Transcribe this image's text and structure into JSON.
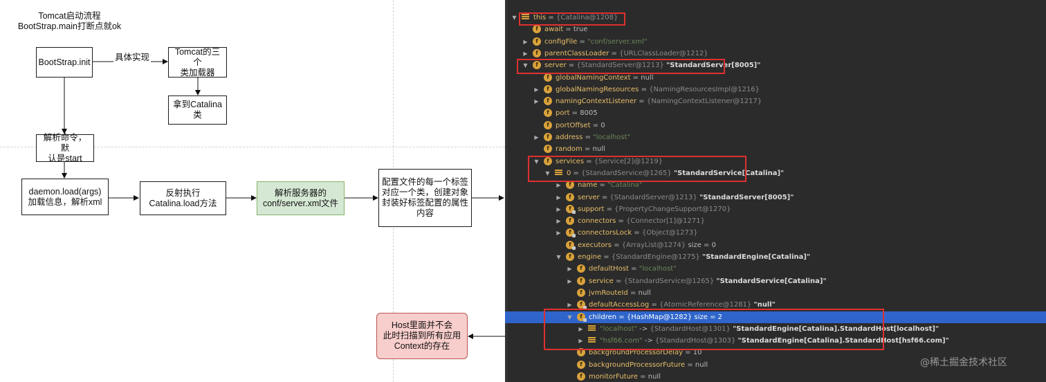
{
  "diagram": {
    "title": [
      "Tomcat启动流程",
      "BootStrap.main打断点就ok"
    ],
    "nodes": {
      "bootstrap_init": [
        "BootStrap.init"
      ],
      "classloaders": [
        "Tomcat的三个",
        "类加载器"
      ],
      "get_catalina": [
        "拿到Catalina",
        "类"
      ],
      "parse_command": [
        "解析命令，默",
        "认是start"
      ],
      "daemon_load": [
        "daemon.load(args)",
        "加载信息，解析xml"
      ],
      "reflect_exec": [
        "反射执行",
        "Catalina.load方法"
      ],
      "parse_server_xml": [
        "解析服务器的",
        "conf/server.xml文件"
      ],
      "config_tags": [
        "配置文件的每一个标签",
        "对应一个类，创建对象",
        "封装好标签配置的属性",
        "内容"
      ],
      "host_note": [
        "Host里面并不会",
        "此时扫描到所有应用",
        "Context的存在"
      ]
    },
    "edge_label": "具体实现"
  },
  "debugger": {
    "rows": [
      {
        "kind": "array",
        "expand": "open",
        "name": "this",
        "ref": "{Catalina@1208}"
      },
      {
        "kind": "field",
        "name": "await",
        "value": "true"
      },
      {
        "kind": "field",
        "expand": "closed",
        "name": "configFile",
        "str": "\"conf/server.xml\""
      },
      {
        "kind": "field",
        "expand": "closed",
        "name": "parentClassLoader",
        "ref": "{URLClassLoader@1212}"
      },
      {
        "kind": "field",
        "expand": "open",
        "name": "server",
        "ref": "{StandardServer@1213}",
        "label": "\"StandardServer[8005]\""
      },
      {
        "kind": "field",
        "name": "globalNamingContext",
        "value": "null"
      },
      {
        "kind": "field",
        "expand": "closed",
        "name": "globalNamingResources",
        "ref": "{NamingResourcesImpl@1216}"
      },
      {
        "kind": "field",
        "expand": "closed",
        "name": "namingContextListener",
        "ref": "{NamingContextListener@1217}"
      },
      {
        "kind": "field",
        "name": "port",
        "value": "8005"
      },
      {
        "kind": "field",
        "name": "portOffset",
        "value": "0"
      },
      {
        "kind": "field",
        "expand": "closed",
        "name": "address",
        "str": "\"localhost\""
      },
      {
        "kind": "field",
        "name": "random",
        "value": "null"
      },
      {
        "kind": "field",
        "expand": "open",
        "name": "services",
        "ref": "{Service[2]@1219}"
      },
      {
        "kind": "array",
        "expand": "open",
        "name": "0",
        "ref": "{StandardService@1265}",
        "label": "\"StandardService[Catalina]\""
      },
      {
        "kind": "field",
        "expand": "closed",
        "name": "name",
        "str": "\"Catalina\""
      },
      {
        "kind": "field",
        "expand": "closed",
        "name": "server",
        "ref": "{StandardServer@1213}",
        "label": "\"StandardServer[8005]\""
      },
      {
        "kind": "field-lock",
        "expand": "closed",
        "name": "support",
        "ref": "{PropertyChangeSupport@1270}"
      },
      {
        "kind": "field",
        "expand": "closed",
        "name": "connectors",
        "ref": "{Connector[1]@1271}"
      },
      {
        "kind": "field-lock",
        "expand": "closed",
        "name": "connectorsLock",
        "ref": "{Object@1273}"
      },
      {
        "kind": "field-lock",
        "name": "executors",
        "ref": "{ArrayList@1274}",
        "size": "size = 0"
      },
      {
        "kind": "field",
        "expand": "open",
        "name": "engine",
        "ref": "{StandardEngine@1275}",
        "label": "\"StandardEngine[Catalina]\""
      },
      {
        "kind": "field",
        "expand": "closed",
        "name": "defaultHost",
        "str": "\"localhost\""
      },
      {
        "kind": "field",
        "expand": "closed",
        "name": "service",
        "ref": "{StandardService@1265}",
        "label": "\"StandardService[Catalina]\""
      },
      {
        "kind": "field",
        "name": "jvmRouteId",
        "value": "null"
      },
      {
        "kind": "field-lock",
        "expand": "closed",
        "name": "defaultAccessLog",
        "ref": "{AtomicReference@1281}",
        "label": "\"null\""
      },
      {
        "kind": "field-lock",
        "expand": "open",
        "name": "children",
        "ref": "{HashMap@1282}",
        "size": "size = 2",
        "selected": true
      },
      {
        "kind": "array",
        "expand": "closed",
        "name": "\"localhost\"",
        "arrow": "->",
        "ref": "{StandardHost@1301}",
        "label": "\"StandardEngine[Catalina].StandardHost[localhost]\""
      },
      {
        "kind": "array",
        "expand": "closed",
        "name": "\"hsf66.com\"",
        "arrow": "->",
        "ref": "{StandardHost@1303}",
        "label": "\"StandardEngine[Catalina].StandardHost[hsf66.com]\""
      },
      {
        "kind": "field",
        "name": "backgroundProcessorDelay",
        "value": "10"
      },
      {
        "kind": "field",
        "name": "backgroundProcessorFuture",
        "value": "null"
      },
      {
        "kind": "field",
        "name": "monitorFuture",
        "value": "null"
      }
    ],
    "watermark": "@稀土掘金技术社区",
    "colors": {
      "background": "#2b2b2b",
      "selection": "#2f65ca",
      "highlight_box": "#e03030",
      "field_icon": "#d9a23c"
    }
  }
}
